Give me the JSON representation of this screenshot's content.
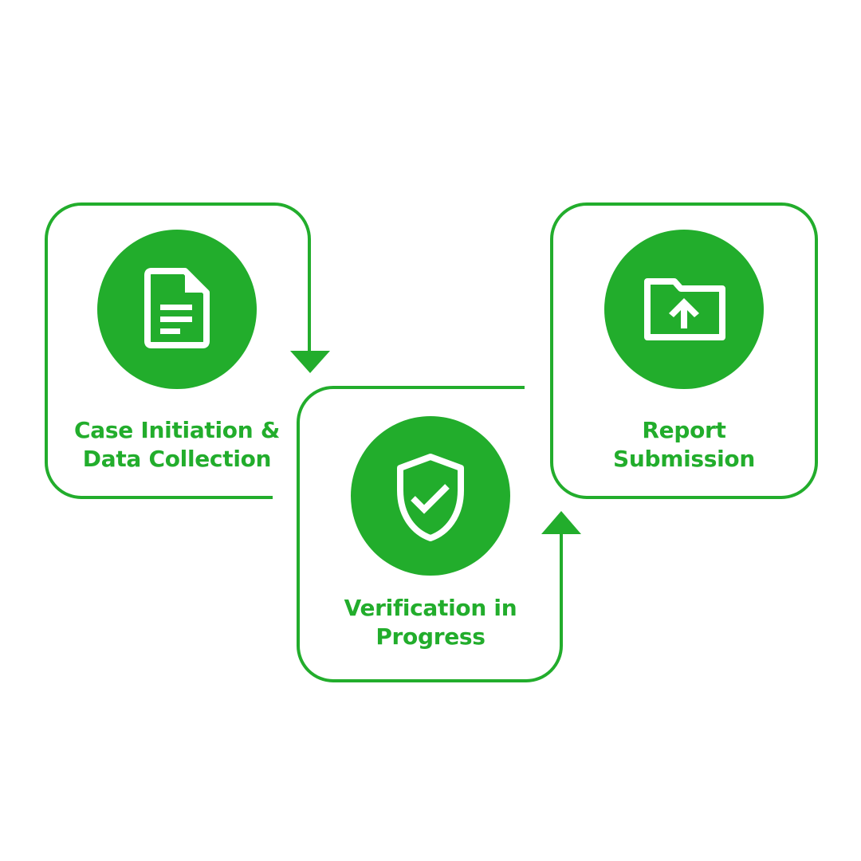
{
  "theme": {
    "accent": "#22ad2c",
    "background": "#ffffff",
    "icon_fill": "#ffffff"
  },
  "steps": [
    {
      "icon": "document-icon",
      "label_lines": [
        "Case Initiation &",
        "Data Collection"
      ]
    },
    {
      "icon": "shield-check-icon",
      "label_lines": [
        "Verification in",
        "Progress"
      ]
    },
    {
      "icon": "folder-upload-icon",
      "label_lines": [
        "Report",
        "Submission"
      ]
    }
  ],
  "connectors": [
    {
      "from": "step-1",
      "to": "step-2",
      "direction": "down"
    },
    {
      "from": "step-2",
      "to": "step-3",
      "direction": "up"
    }
  ]
}
